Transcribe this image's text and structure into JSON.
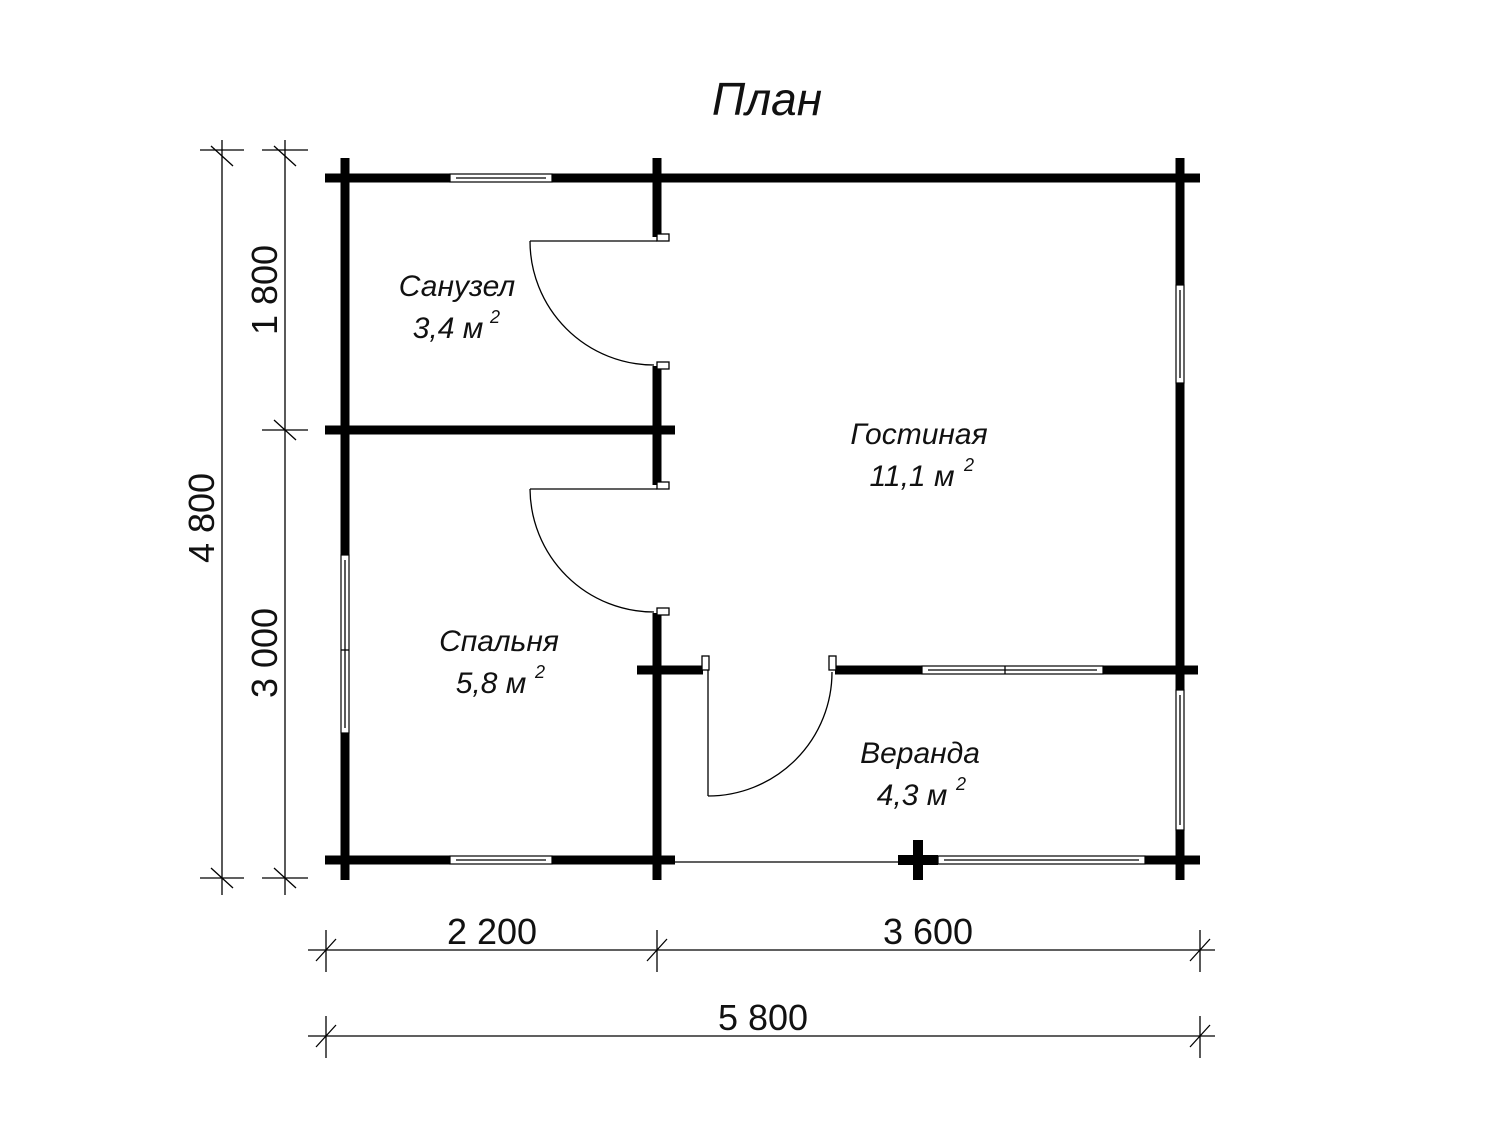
{
  "plan": {
    "title": "План",
    "rooms": {
      "bathroom": {
        "name": "Санузел",
        "area": "3,4 м",
        "sup": "2"
      },
      "living": {
        "name": "Гостиная",
        "area": "11,1 м",
        "sup": "2"
      },
      "bedroom": {
        "name": "Спальня",
        "area": "5,8 м",
        "sup": "2"
      },
      "veranda": {
        "name": "Веранда",
        "area": "4,3 м",
        "sup": "2"
      }
    },
    "dimensions": {
      "left_top": "1 800",
      "left_bottom": "3 000",
      "left_total": "4 800",
      "bottom_left": "2 200",
      "bottom_right": "3 600",
      "bottom_total": "5 800"
    }
  }
}
